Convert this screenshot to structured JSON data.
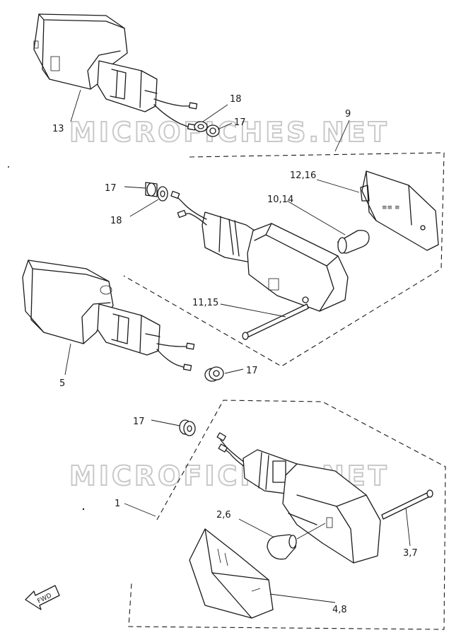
{
  "watermark": "MICROFICHES.NET",
  "fwd_label": "FWD",
  "callouts": {
    "c13": "13",
    "c18a": "18",
    "c17a": "17",
    "c9": "9",
    "c12_16": "12,16",
    "c17b": "17",
    "c10_14": "10,14",
    "c18b": "18",
    "c11_15": "11,15",
    "c5": "5",
    "c17c": "17",
    "c17d": "17",
    "c1": "1",
    "c2_6": "2,6",
    "c3_7": "3,7",
    "c4_8": "4,8"
  }
}
